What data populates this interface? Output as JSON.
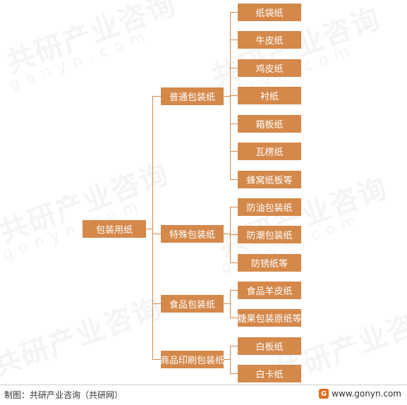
{
  "watermark": {
    "brand": "共研产业咨询",
    "site": "gonyn.com"
  },
  "tree": {
    "root": "包装用纸",
    "groups": [
      {
        "label": "普通包装纸",
        "items": [
          "纸袋纸",
          "牛皮纸",
          "鸡皮纸",
          "衬纸",
          "箱板纸",
          "瓦楞纸",
          "蜂窝纸板等"
        ]
      },
      {
        "label": "特殊包装纸",
        "items": [
          "防油包装纸",
          "防潮包装纸",
          "防锈纸等"
        ]
      },
      {
        "label": "食品包装纸",
        "items": [
          "食品羊皮纸",
          "糖果包装原纸等"
        ]
      },
      {
        "label": "商品印刷包装纸",
        "items": [
          "白板纸",
          "白卡纸"
        ]
      }
    ]
  },
  "footer": {
    "credit": "制图：共研产业咨询（共研网）",
    "logo_glyph": "G",
    "site": "www.gonyn.com"
  },
  "colors": {
    "box": "#d4884a",
    "line": "#d4884a"
  }
}
